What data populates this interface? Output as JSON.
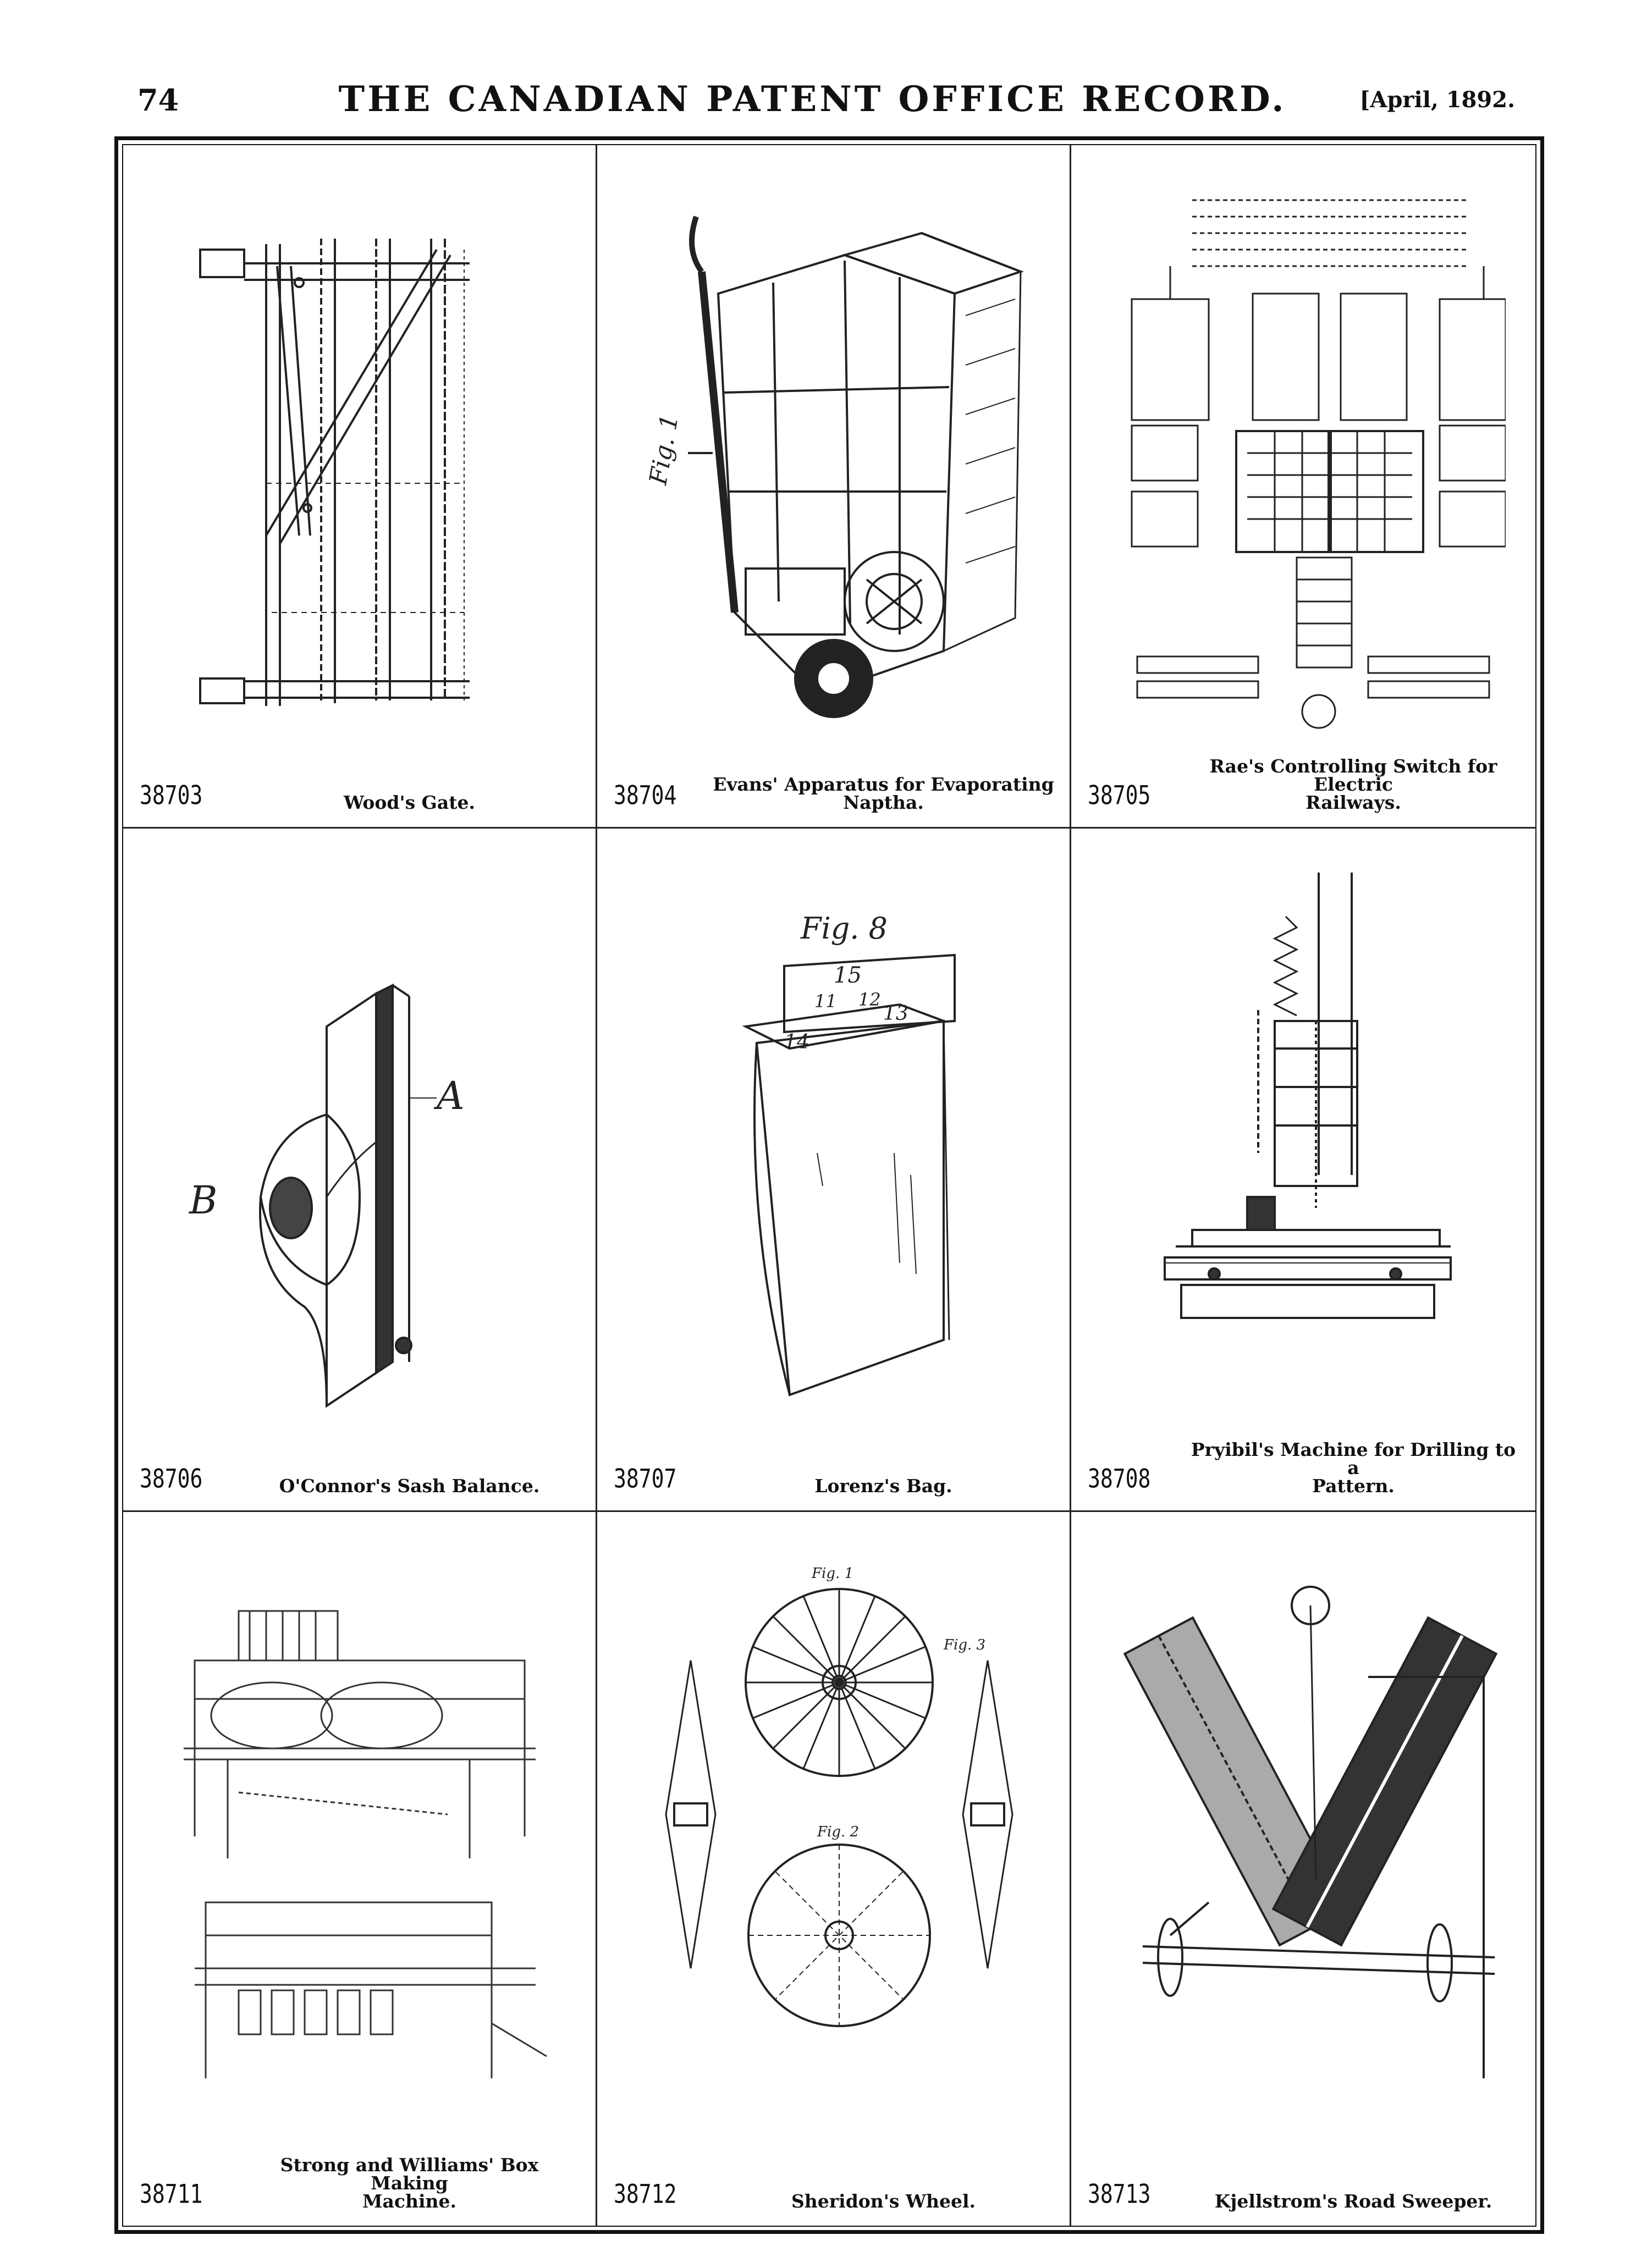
{
  "header": {
    "page_number": "74",
    "title": "THE CANADIAN PATENT OFFICE RECORD.",
    "date": "[April, 1892."
  },
  "patents": [
    {
      "number": "38703",
      "title": "Wood's Gate."
    },
    {
      "number": "38704",
      "title": "Evans' Apparatus for Evaporating\nNaptha."
    },
    {
      "number": "38705",
      "title": "Rae's Controlling Switch for Electric\nRailways."
    },
    {
      "number": "38706",
      "title": "O'Connor's Sash Balance."
    },
    {
      "number": "38707",
      "title": "Lorenz's Bag."
    },
    {
      "number": "38708",
      "title": "Pryibil's Machine for Drilling to a\nPattern."
    },
    {
      "number": "38711",
      "title": "Strong and Williams' Box Making\nMachine."
    },
    {
      "number": "38712",
      "title": "Sheridon's Wheel."
    },
    {
      "number": "38713",
      "title": "Kjellstrom's Road Sweeper."
    }
  ],
  "figure_labels": {
    "evans_fig": "Fig. 1",
    "sash_a": "A",
    "sash_b": "B",
    "bag_fig": "Fig. 8",
    "bag_15": "15",
    "bag_11": "11",
    "bag_12": "12",
    "bag_13": "13",
    "bag_14": "14",
    "wheel_fig1": "Fig. 1",
    "wheel_fig2": "Fig. 2",
    "wheel_fig3": "Fig. 3"
  }
}
